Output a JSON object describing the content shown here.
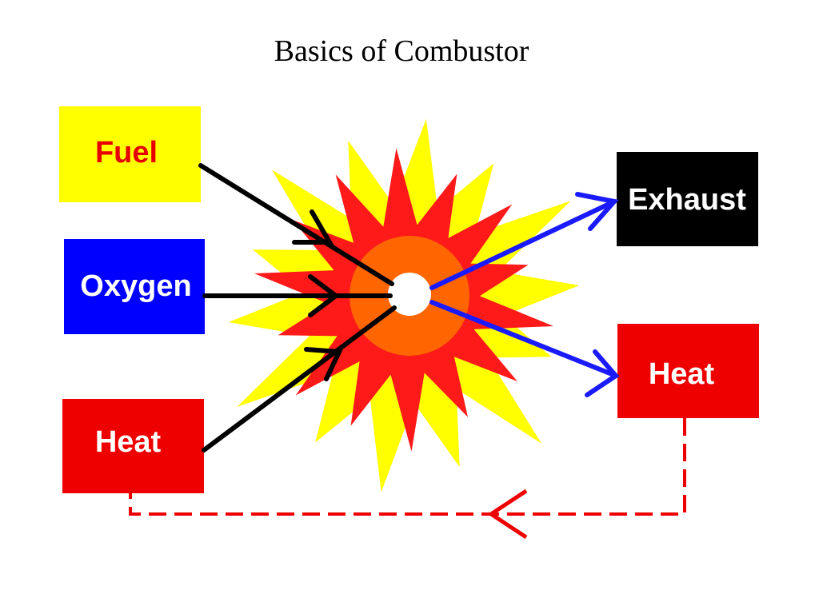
{
  "title": "Basics of Combustor",
  "inputs": {
    "fuel": "Fuel",
    "oxygen": "Oxygen",
    "heat": "Heat"
  },
  "outputs": {
    "exhaust": "Exhaust",
    "heat": "Heat"
  },
  "colors": {
    "fuel_box": "#ffff00",
    "fuel_text": "#e60000",
    "oxygen_box": "#0000ff",
    "oxygen_text": "#ffffff",
    "heat_box": "#ee0000",
    "heat_text": "#ffffff",
    "exhaust_box": "#000000",
    "exhaust_text": "#ffffff",
    "input_arrow": "#000000",
    "output_arrow": "#1a1aff",
    "feedback_line": "#ee0000",
    "flame_outer": "#ffff00",
    "flame_inner": "#ff1a1a",
    "flame_core": "#ff6600",
    "flame_center": "#ffffff"
  }
}
